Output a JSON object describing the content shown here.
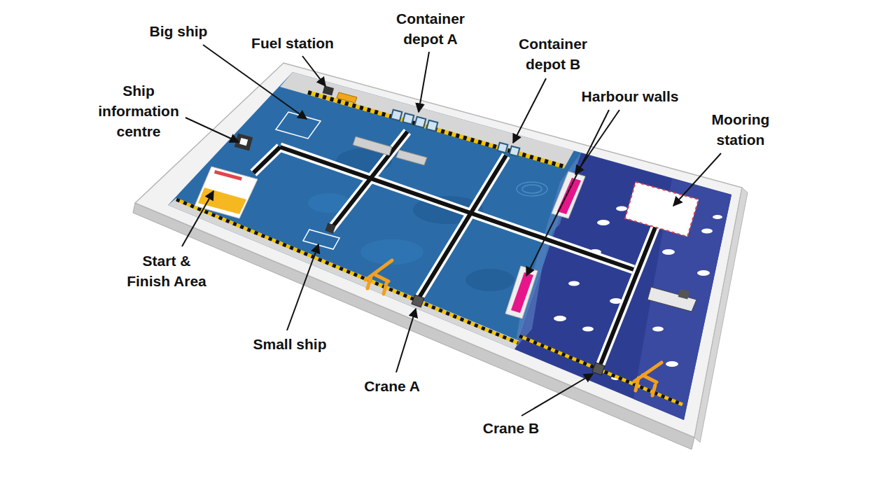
{
  "diagram": {
    "labels": [
      "Container depot A",
      "Big ship",
      "Fuel station",
      "Container depot B",
      "Ship information centre",
      "Harbour walls",
      "Mooring station",
      "Start & Finish Area",
      "Small ship",
      "Crane A",
      "Crane B"
    ]
  }
}
